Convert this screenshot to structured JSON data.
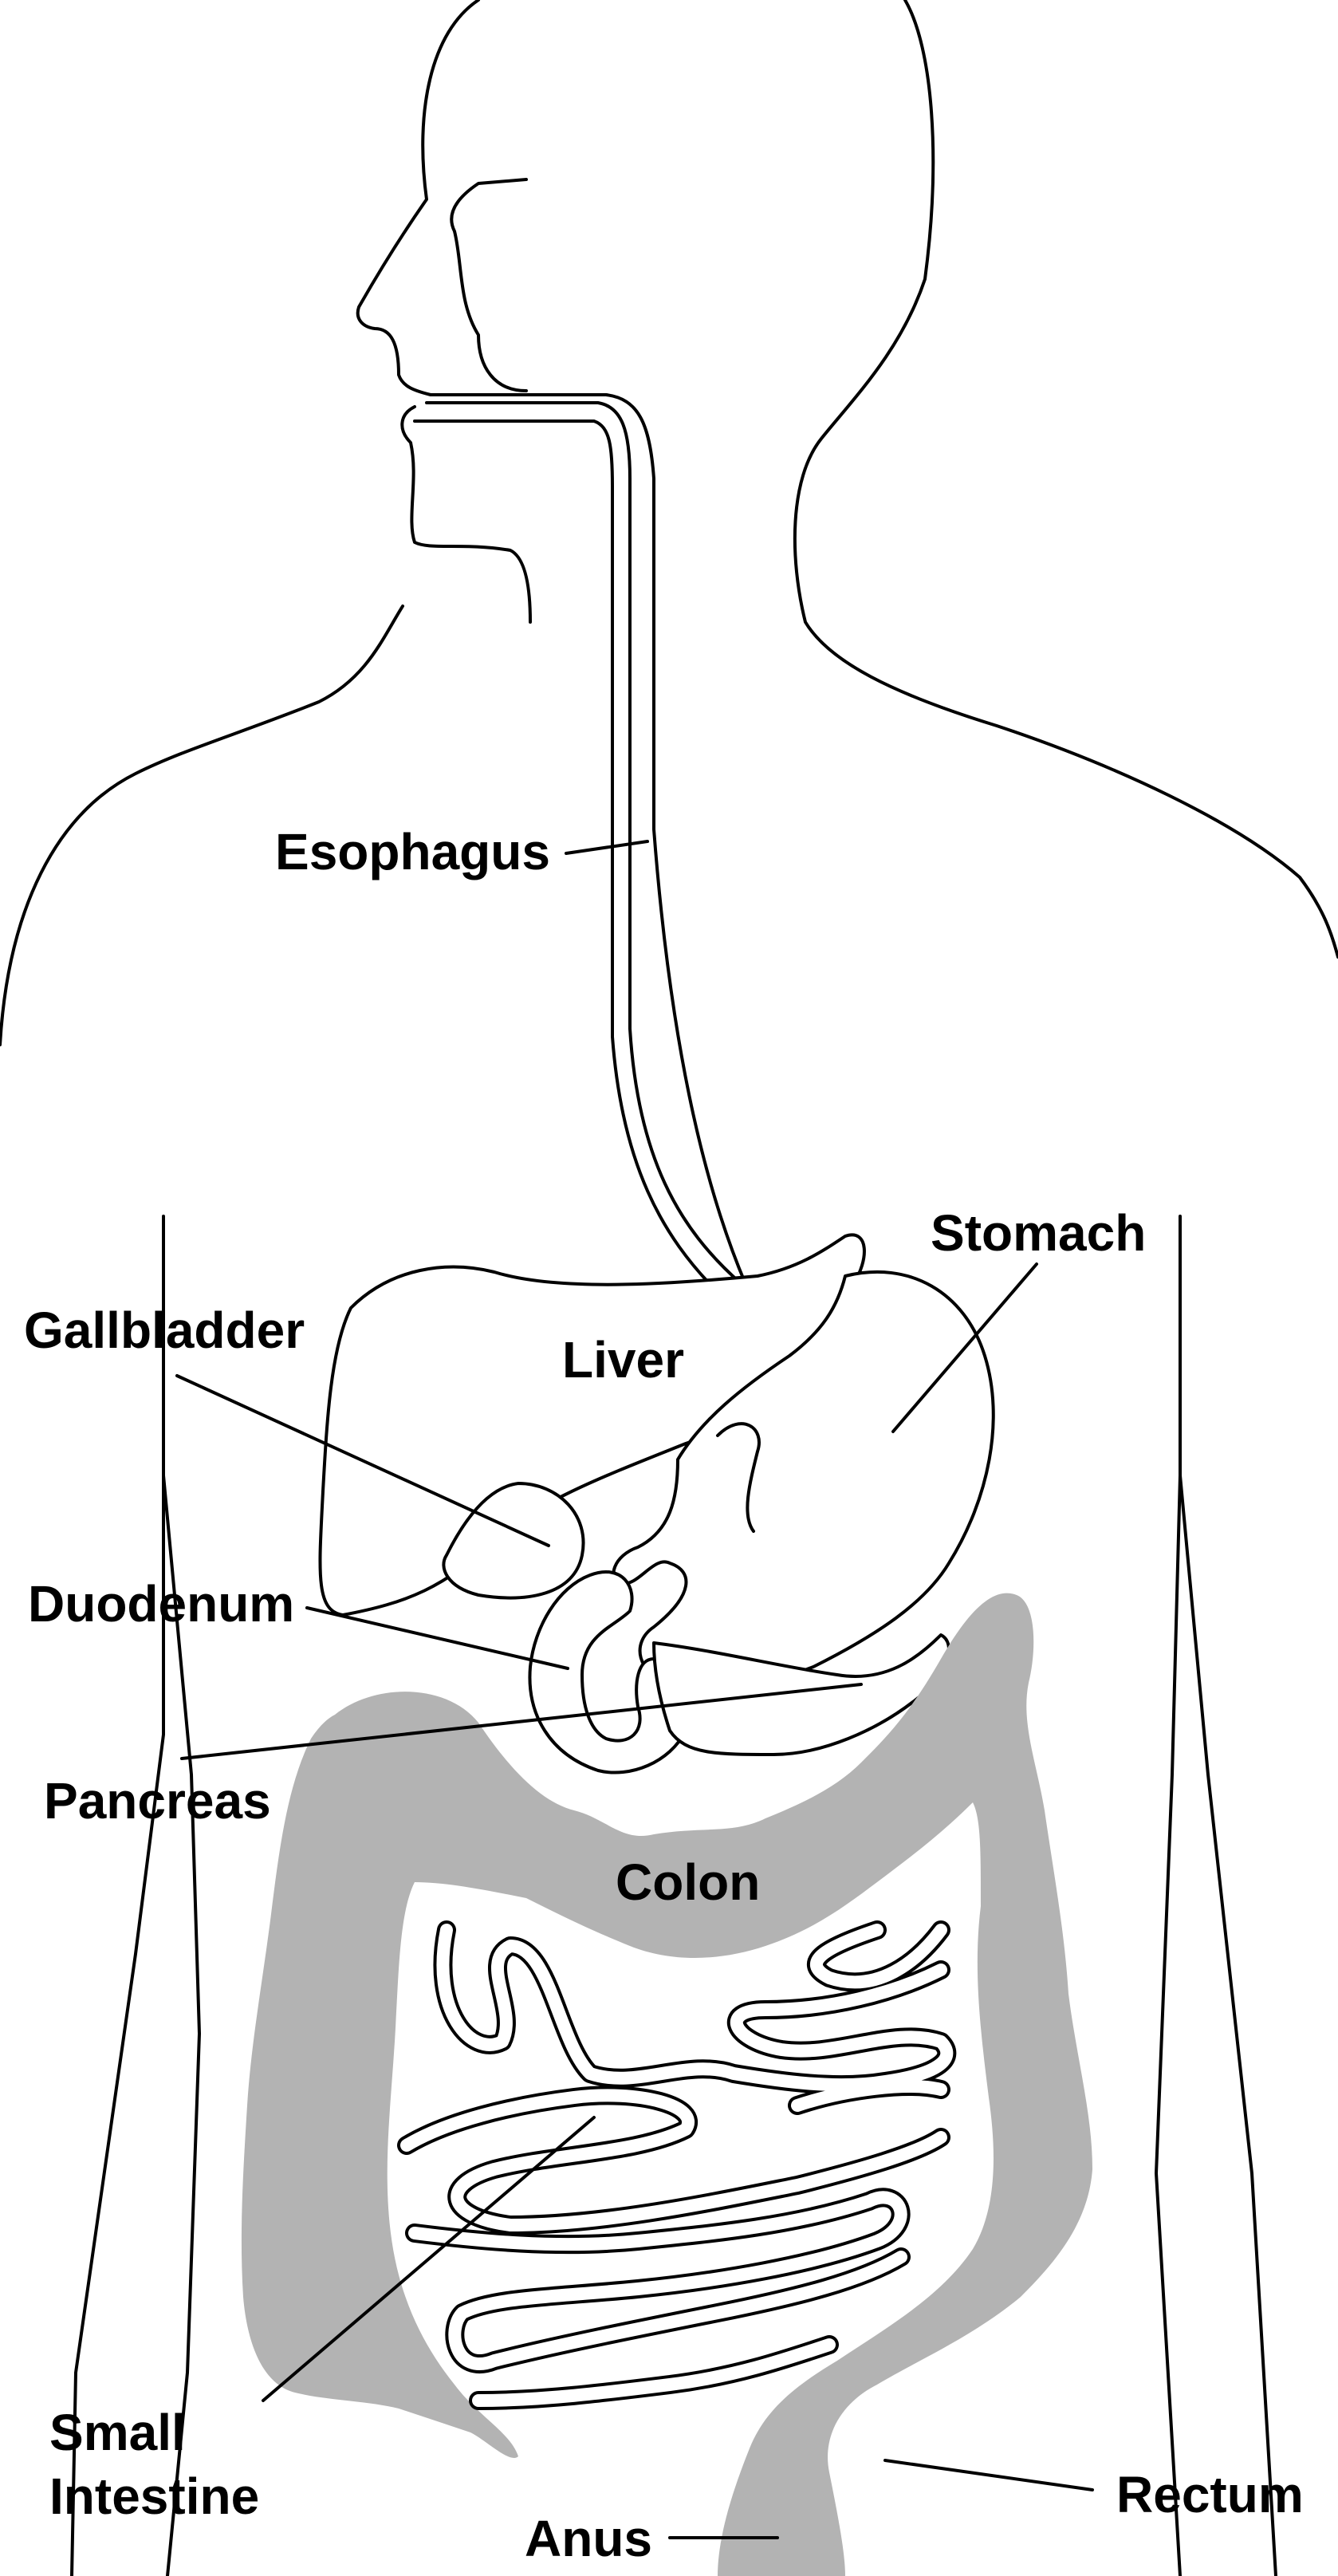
{
  "labels": {
    "esophagus": "Esophagus",
    "stomach": "Stomach",
    "gallbladder": "Gallbladder",
    "liver": "Liver",
    "duodenum": "Duodenum",
    "pancreas": "Pancreas",
    "colon": "Colon",
    "small_intestine_line1": "Small",
    "small_intestine_line2": "Intestine",
    "rectum": "Rectum",
    "anus": "Anus"
  },
  "colors": {
    "outline": "#000000",
    "colon_fill": "#b3b3b3",
    "background": "#ffffff"
  }
}
